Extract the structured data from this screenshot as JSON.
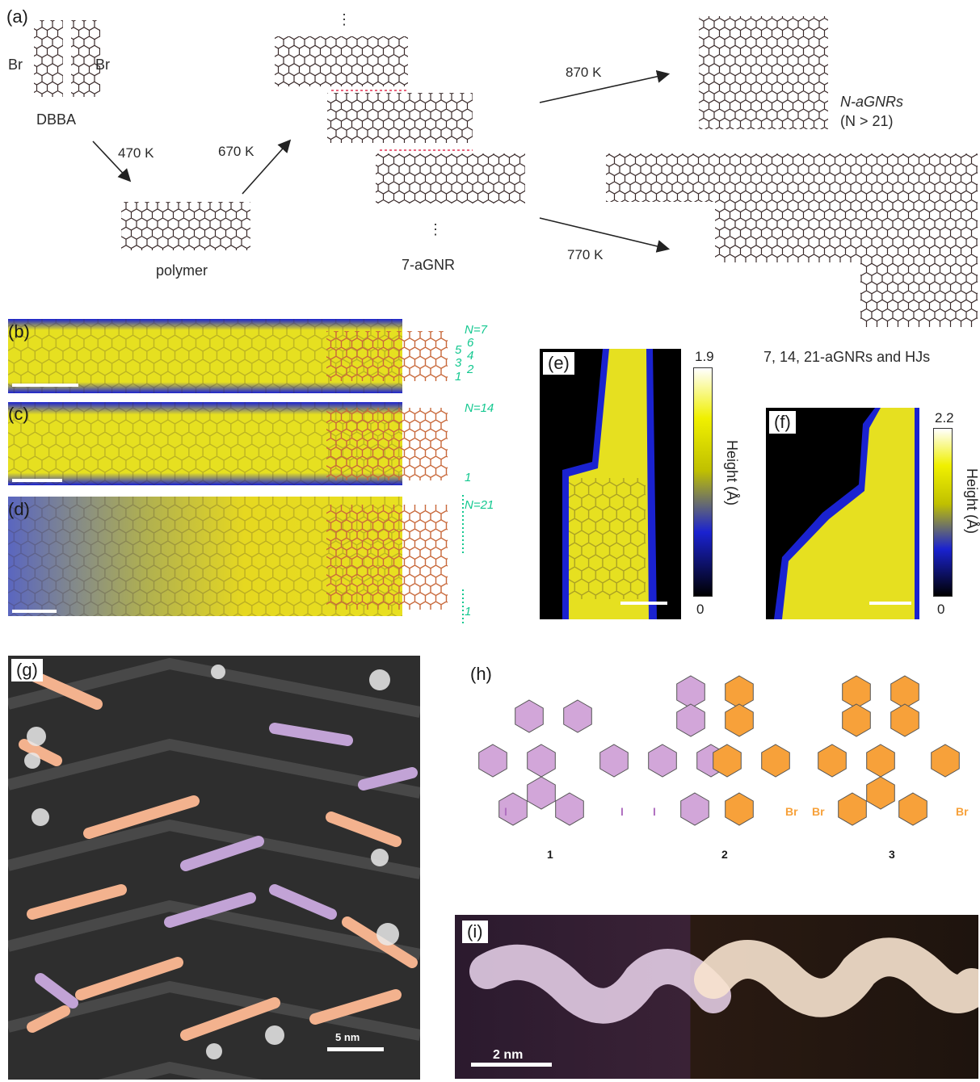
{
  "panel_a": {
    "label": "(a)",
    "dbba": "DBBA",
    "br_left": "Br",
    "br_right": "Br",
    "temp_470": "470 K",
    "temp_670": "670 K",
    "temp_870": "870 K",
    "temp_770": "770 K",
    "polymer": "polymer",
    "gnr7": "7-aGNR",
    "n_agnrs": "N-aGNRs",
    "n_condition": "(N > 21)",
    "hj_caption": "7, 14, 21-aGNRs and HJs"
  },
  "panel_b": {
    "label": "(b)",
    "n_top": "N=7",
    "rows": [
      "6",
      "5",
      "4",
      "3",
      "2",
      "1"
    ]
  },
  "panel_c": {
    "label": "(c)",
    "n_top": "N=14",
    "n_bottom": "1"
  },
  "panel_d": {
    "label": "(d)",
    "n_top": "N=21",
    "n_bottom": "1"
  },
  "panel_e": {
    "label": "(e)",
    "cb_max": "1.9",
    "cb_min": "0",
    "cb_title": "Height (Å)"
  },
  "panel_f": {
    "label": "(f)",
    "cb_max": "2.2",
    "cb_min": "0",
    "cb_title": "Height (Å)"
  },
  "panel_g": {
    "label": "(g)",
    "scale": "5 nm"
  },
  "panel_h": {
    "label": "(h)",
    "mol1": "1",
    "mol2": "2",
    "mol3": "3",
    "iodine": "I",
    "bromine": "Br",
    "colors": {
      "iodo": "#d2a6d9",
      "bromo": "#f7a13a"
    }
  },
  "panel_i": {
    "label": "(i)",
    "scale": "2 nm"
  }
}
